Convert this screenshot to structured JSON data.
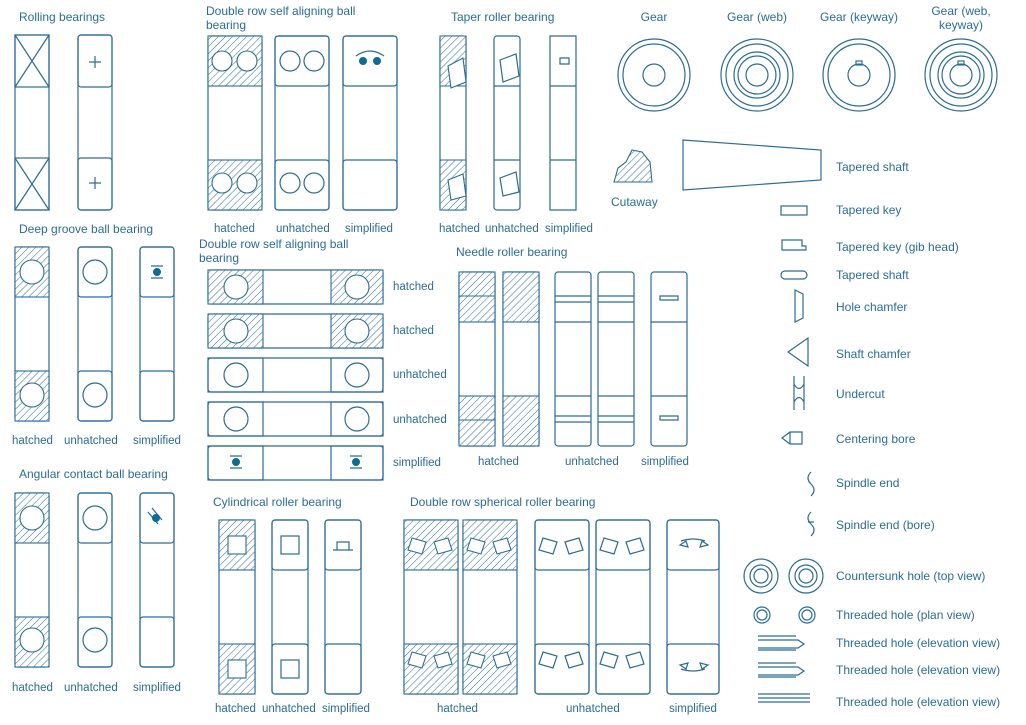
{
  "colors": {
    "stroke": "#2b6c96",
    "text": "#2b6c96",
    "fill": "#0f6b93",
    "background": "#ffffff"
  },
  "sections": {
    "rolling": "Rolling bearings",
    "dbl_self_top": "Double row self aligning ball bearing",
    "taper": "Taper roller bearing",
    "gear": "Gear",
    "gear_web": "Gear (web)",
    "gear_keyway": "Gear (keyway)",
    "gear_web_keyway": "Gear (web, keyway)",
    "deep_groove": "Deep groove ball bearing",
    "dbl_self_mid": "Double row self aligning ball bearing",
    "needle": "Needle roller bearing",
    "angular": "Angular contact ball bearing",
    "cylindrical": "Cylindrical roller bearing",
    "dbl_spherical": "Double row spherical roller bearing",
    "cutaway": "Cutaway"
  },
  "variants": {
    "hatched": "hatched",
    "unhatched": "unhatched",
    "simplified": "simplified"
  },
  "shaft_items": [
    {
      "icon": "tapered-shaft-icon",
      "label": "Tapered shaft"
    },
    {
      "icon": "tapered-key-icon",
      "label": "Tapered key"
    },
    {
      "icon": "tapered-key-gib-head-icon",
      "label": "Tapered key (gib head)"
    },
    {
      "icon": "tapered-shaft-small-icon",
      "label": "Tapered shaft"
    },
    {
      "icon": "hole-chamfer-icon",
      "label": "Hole chamfer"
    },
    {
      "icon": "shaft-chamfer-icon",
      "label": "Shaft chamfer"
    },
    {
      "icon": "undercut-icon",
      "label": "Undercut"
    },
    {
      "icon": "centering-bore-icon",
      "label": "Centering bore"
    },
    {
      "icon": "spindle-end-icon",
      "label": "Spindle end"
    },
    {
      "icon": "spindle-end-bore-icon",
      "label": "Spindle end (bore)"
    },
    {
      "icon": "countersunk-hole-icon",
      "label": "Countersunk hole (top view)"
    },
    {
      "icon": "threaded-hole-plan-icon",
      "label": "Threaded hole (plan view)"
    },
    {
      "icon": "threaded-hole-elevation-icon",
      "label": "Threaded hole (elevation view)"
    },
    {
      "icon": "threaded-hole-elevation-icon",
      "label": "Threaded hole (elevation view)"
    },
    {
      "icon": "threaded-hole-elevation-icon",
      "label": "Threaded hole (elevation view)"
    }
  ]
}
